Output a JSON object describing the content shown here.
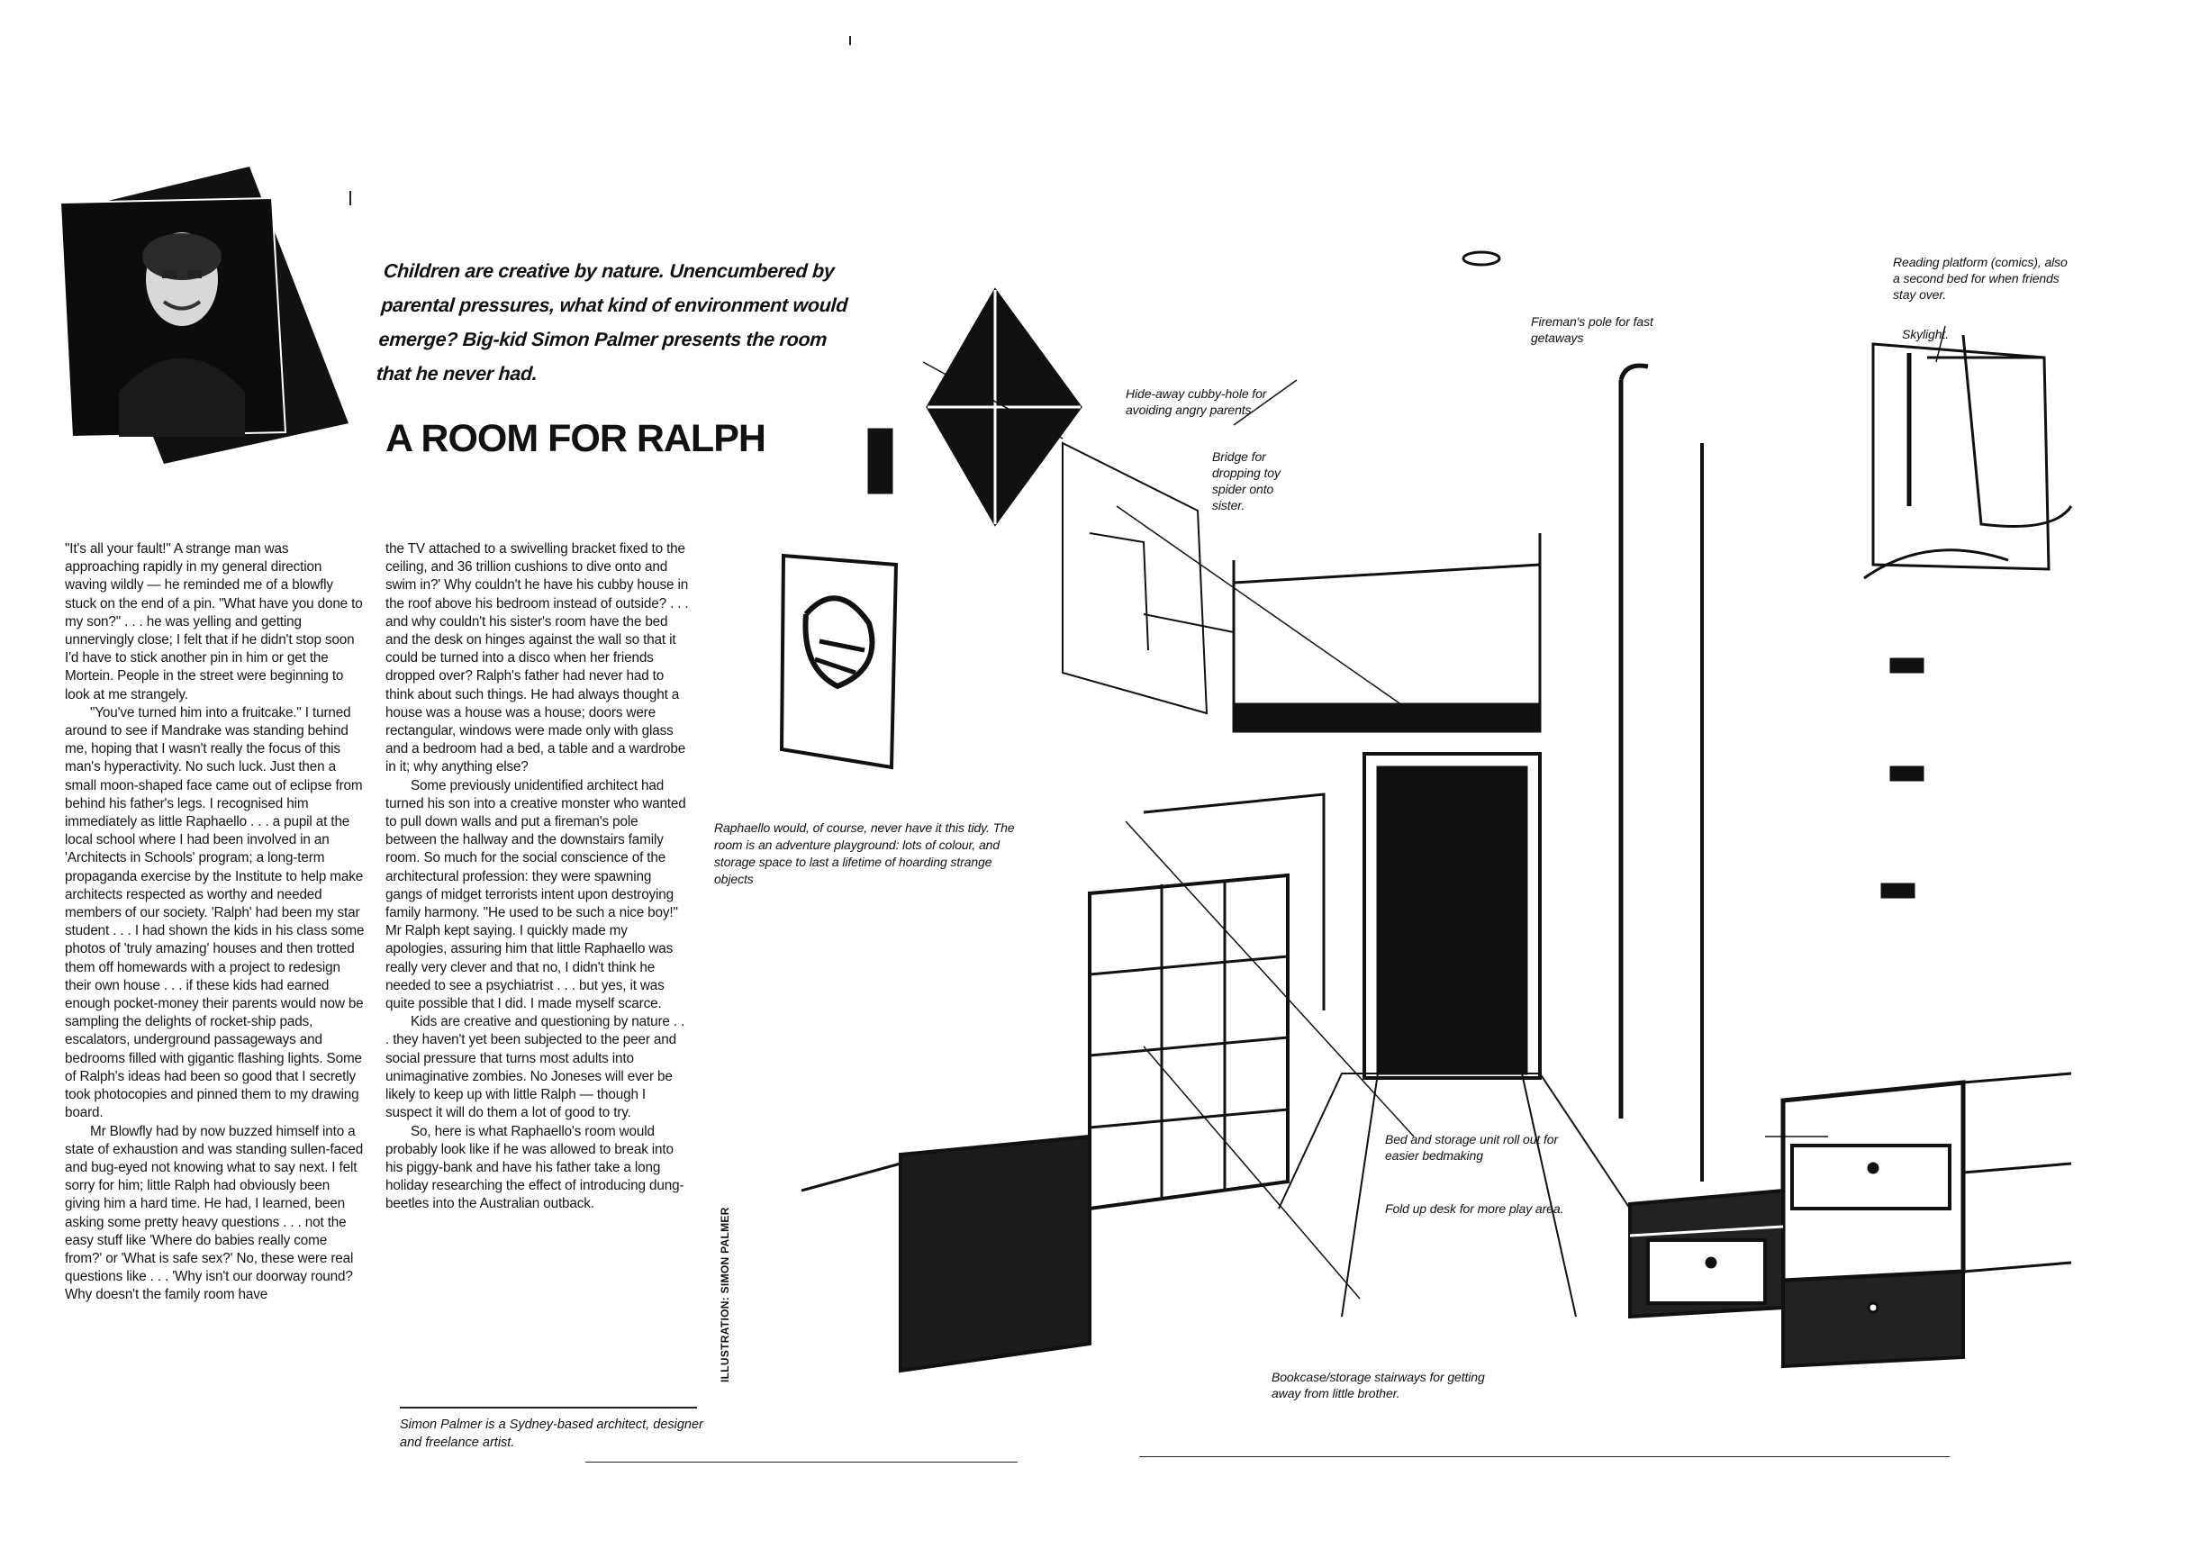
{
  "intro": "Children are creative by nature. Unencumbered by parental pressures, what kind of environment would emerge? Big-kid Simon Palmer presents the room that he never had.",
  "title": "A ROOM FOR RALPH",
  "column1": [
    "\"It's all your fault!\" A strange man was approaching rapidly in my general direction waving wildly — he reminded me of a blowfly stuck on the end of a pin. \"What have you done to my son?\" . . . he was yelling and getting unnervingly close; I felt that if he didn't stop soon I'd have to stick another pin in him or get the Mortein. People in the street were beginning to look at me strangely.",
    "\"You've turned him into a fruitcake.\" I turned around to see if Mandrake was standing behind me, hoping that I wasn't really the focus of this man's hyperactivity. No such luck. Just then a small moon-shaped face came out of eclipse from behind his father's legs. I recognised him immediately as little Raphaello . . . a pupil at the local school where I had been involved in an 'Architects in Schools' program; a long-term propaganda exercise by the Institute to help make architects respected as worthy and needed members of our society. 'Ralph' had been my star student . . . I had shown the kids in his class some photos of 'truly amazing' houses and then trotted them off homewards with a project to redesign their own house . . . if these kids had earned enough pocket-money their parents would now be sampling the delights of rocket-ship pads, escalators, underground passageways and bedrooms filled with gigantic flashing lights. Some of Ralph's ideas had been so good that I secretly took photocopies and pinned them to my drawing board.",
    "Mr Blowfly had by now buzzed himself into a state of exhaustion and was standing sullen-faced and bug-eyed not knowing what to say next. I felt sorry for him; little Ralph had obviously been giving him a hard time. He had, I learned, been asking some pretty heavy questions . . . not the easy stuff like 'Where do babies really come from?' or 'What is safe sex?' No, these were real questions like . . . 'Why isn't our doorway round? Why doesn't the family room have"
  ],
  "column2": [
    "the TV attached to a swivelling bracket fixed to the ceiling, and 36 trillion cushions to dive onto and swim in?' Why couldn't he have his cubby house in the roof above his bedroom instead of outside? . . . and why couldn't his sister's room have the bed and the desk on hinges against the wall so that it could be turned into a disco when her friends dropped over? Ralph's father had never had to think about such things. He had always thought a house was a house was a house; doors were rectangular, windows were made only with glass and a bedroom had a bed, a table and a wardrobe in it; why anything else?",
    "Some previously unidentified architect had turned his son into a creative monster who wanted to pull down walls and put a fireman's pole between the hallway and the downstairs family room. So much for the social conscience of the architectural profession: they were spawning gangs of midget terrorists intent upon destroying family harmony. \"He used to be such a nice boy!\" Mr Ralph kept saying. I quickly made my apologies, assuring him that little Raphaello was really very clever and that no, I didn't think he needed to see a psychiatrist . . . but yes, it was quite possible that I did. I made myself scarce.",
    "Kids are creative and questioning by nature . . . they haven't yet been subjected to the peer and social pressure that turns most adults into unimaginative zombies. No Joneses will ever be likely to keep up with little Ralph — though I suspect it will do them a lot of good to try.",
    "So, here is what Raphaello's room would probably look like if he was allowed to break into his piggy-bank and have his father take a long holiday researching the effect of introducing dung-beetles into the Australian outback."
  ],
  "bio": "Simon Palmer is a Sydney-based architect, designer and freelance artist.",
  "credit": "ILLUSTRATION: SIMON PALMER",
  "caption": "Raphaello would, of course, never have it this tidy. The room is an adventure playground: lots of colour, and storage space to last a lifetime of hoarding strange objects",
  "annotations": {
    "reading_platform": "Reading platform (comics), also a second bed for when friends stay over.",
    "skylight": "Skylight.",
    "firemans_pole": "Fireman's pole for fast getaways",
    "cubby_hole": "Hide-away cubby-hole for avoiding angry parents",
    "bridge": "Bridge for dropping toy spider onto sister.",
    "bed_storage": "Bed and storage unit roll out for easier bedmaking",
    "fold_desk": "Fold up desk for more play area.",
    "bookcase": "Bookcase/storage stairways for getting away from little brother."
  },
  "colors": {
    "ink": "#111111",
    "paper": "#ffffff"
  }
}
